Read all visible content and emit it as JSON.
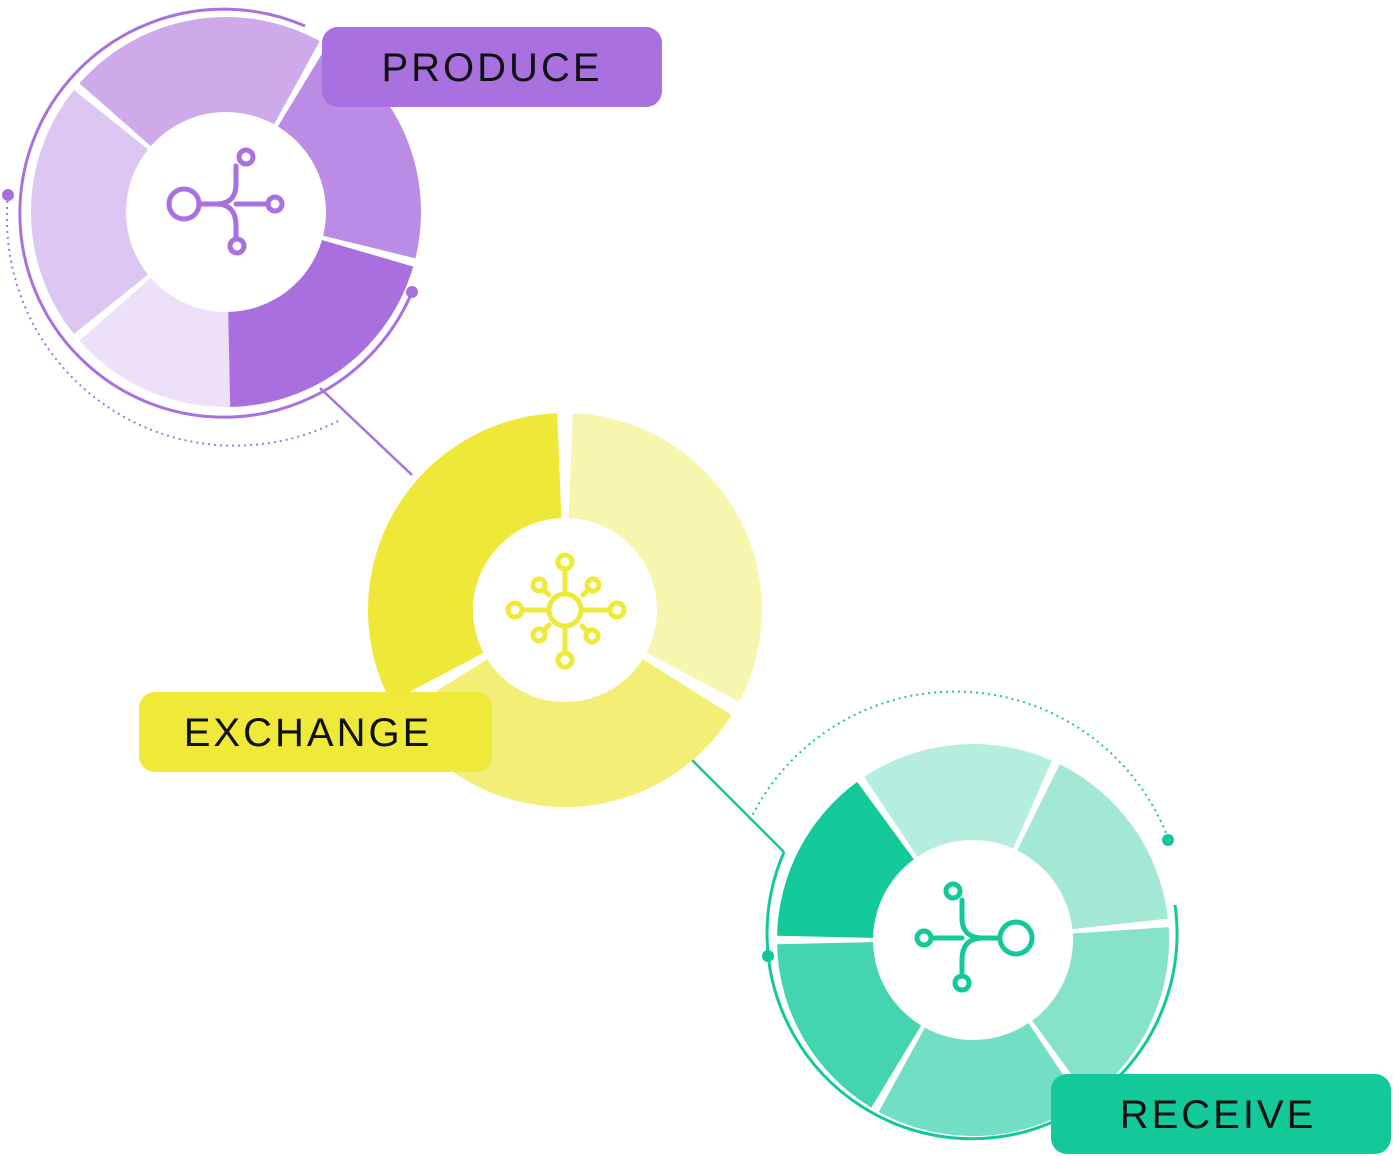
{
  "diagram": {
    "stages": [
      {
        "id": "produce",
        "label": "PRODUCE",
        "accent": "#A970E0",
        "segment_colors": [
          "#ECE1F8",
          "#DCC6F2",
          "#CFAAEB",
          "#BB8CE5",
          "#AA6FDF"
        ],
        "icon": "network-node-icon"
      },
      {
        "id": "exchange",
        "label": "EXCHANGE",
        "accent": "#EFE93A",
        "segment_colors": [
          "#EEE939",
          "#F7F6AE",
          "#F3EF76"
        ],
        "icon": "hub-network-icon"
      },
      {
        "id": "receive",
        "label": "RECEIVE",
        "accent": "#14C999",
        "segment_colors": [
          "#B5EEDF",
          "#A3E8D4",
          "#86E2C8",
          "#72DEC4",
          "#44D4AF",
          "#14C999"
        ],
        "icon": "network-node-icon"
      }
    ]
  }
}
